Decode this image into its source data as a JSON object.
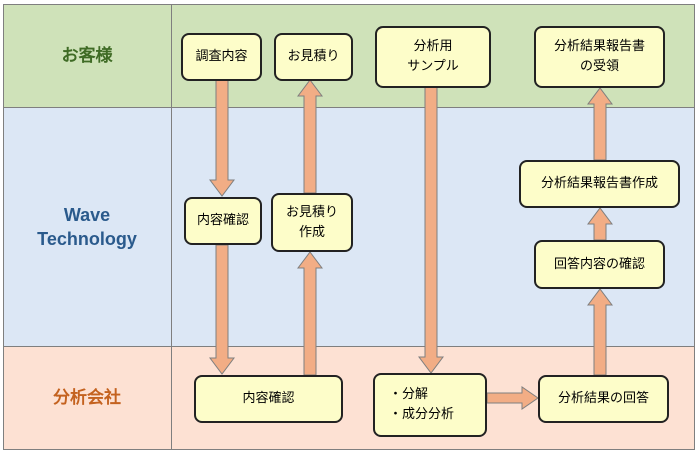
{
  "lanes": {
    "customer": "お客様",
    "wave": "Wave\nTechnology",
    "analysis": "分析会社"
  },
  "nodes": {
    "survey": "調査内容",
    "quote": "お見積り",
    "sample": "分析用\nサンプル",
    "receive_report": "分析結果報告書\nの受領",
    "confirm_content_wave": "内容確認",
    "make_quote": "お見積り\n作成",
    "make_report": "分析結果報告書作成",
    "check_answer": "回答内容の確認",
    "confirm_content_analysis": "内容確認",
    "decompose": "・分解\n・成分分析",
    "answer_results": "分析結果の回答"
  },
  "colors": {
    "customer_lane": "#cfe2b9",
    "wave_lane": "#dce7f5",
    "analysis_lane": "#fde1d3",
    "node_fill": "#fdfdc9",
    "arrow_fill": "#f2ad85",
    "arrow_stroke": "#7f7f7f"
  }
}
